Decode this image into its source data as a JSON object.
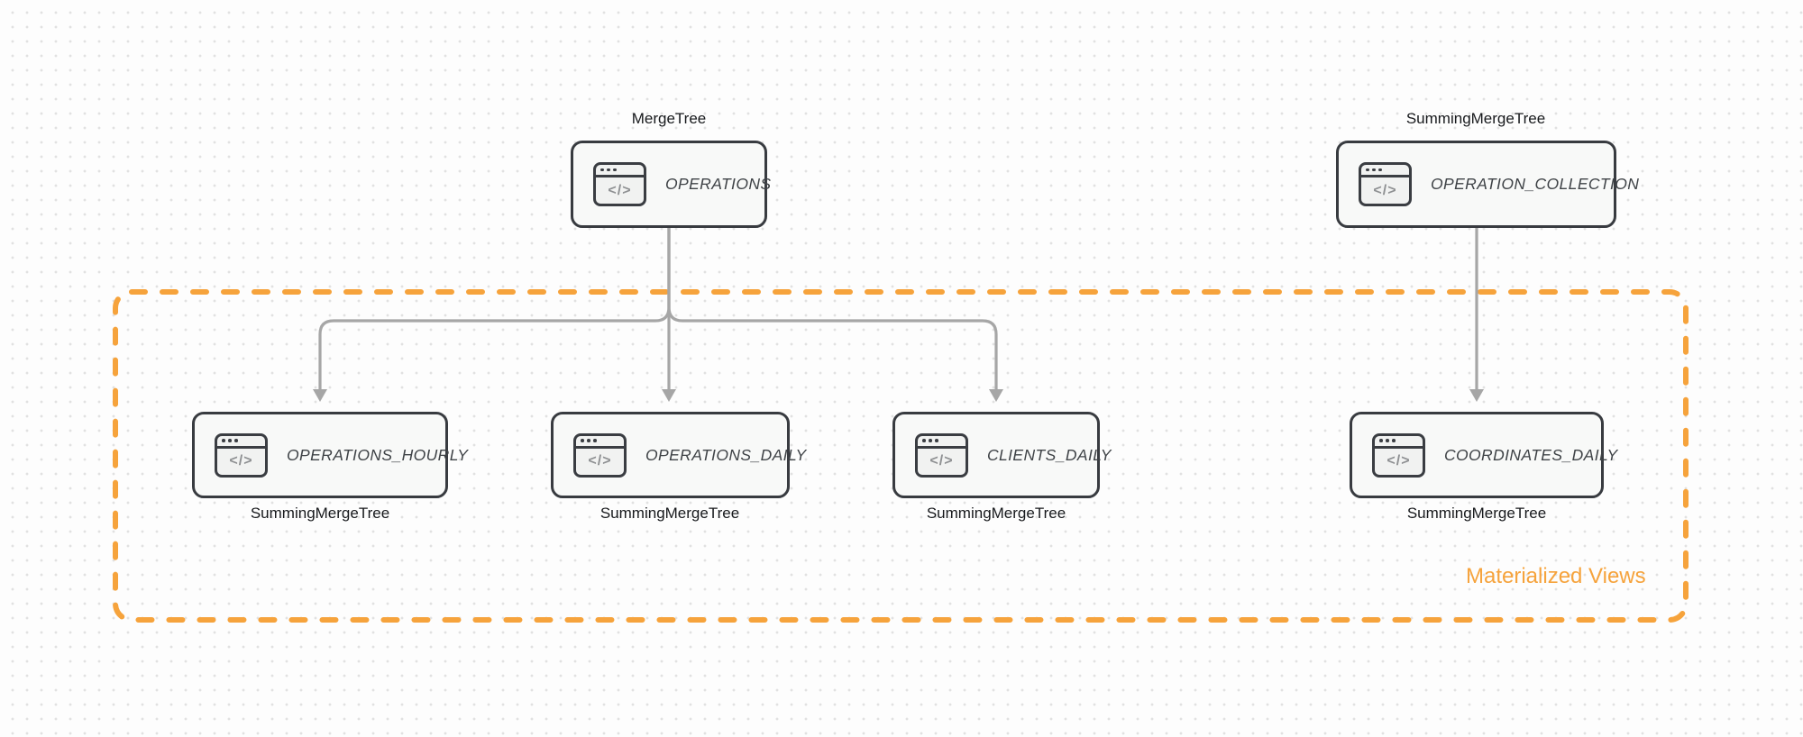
{
  "diagram": {
    "group": {
      "label": "Materialized Views"
    },
    "icon": {
      "name": "code-window-icon",
      "glyph": "</>"
    },
    "nodes": [
      {
        "id": "operations",
        "label": "OPERATIONS",
        "engine": "MergeTree",
        "engine_position": "above"
      },
      {
        "id": "operation_collection",
        "label": "OPERATION_COLLECTION",
        "engine": "SummingMergeTree",
        "engine_position": "above"
      },
      {
        "id": "operations_hourly",
        "label": "OPERATIONS_HOURLY",
        "engine": "SummingMergeTree",
        "engine_position": "below"
      },
      {
        "id": "operations_daily",
        "label": "OPERATIONS_DAILY",
        "engine": "SummingMergeTree",
        "engine_position": "below"
      },
      {
        "id": "clients_daily",
        "label": "CLIENTS_DAILY",
        "engine": "SummingMergeTree",
        "engine_position": "below"
      },
      {
        "id": "coordinates_daily",
        "label": "COORDINATES_DAILY",
        "engine": "SummingMergeTree",
        "engine_position": "below"
      }
    ],
    "edges": [
      {
        "from": "operations",
        "to": "operations_hourly"
      },
      {
        "from": "operations",
        "to": "operations_daily"
      },
      {
        "from": "operations",
        "to": "clients_daily"
      },
      {
        "from": "operation_collection",
        "to": "coordinates_daily"
      }
    ],
    "colors": {
      "group_border": "#f6a33c",
      "group_label": "#f6a33c",
      "edge": "#a6a6a6",
      "node_border": "#383b40",
      "node_fill": "#f8f9f8",
      "canvas_background": "#fdfdfd",
      "dot_grid": "#e1e1e1"
    }
  }
}
